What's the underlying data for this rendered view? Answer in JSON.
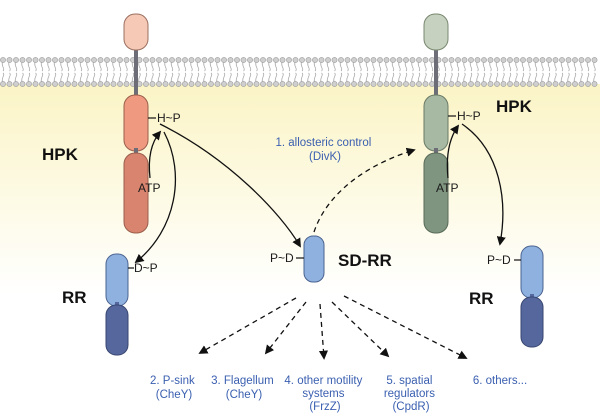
{
  "colors": {
    "membrane": "#cfcfcf",
    "cytoplasm_top": "#fbf4c6",
    "cytoplasm_bottom": "#ffffff",
    "hpk_left_top": "#f6c8b6",
    "hpk_left_mid": "#ef9a80",
    "hpk_left_bottom": "#d8846f",
    "hpk_right_top": "#c6d2bf",
    "hpk_right_mid": "#a7b9a2",
    "hpk_right_bottom": "#7f9580",
    "rr_top": "#8fb1df",
    "rr_bottom": "#55679c",
    "annotation": "#3a5fb0"
  },
  "labels": {
    "hpk_left": "HPK",
    "hpk_right": "HPK",
    "rr_left": "RR",
    "rr_right": "RR",
    "sd_rr": "SD-RR",
    "hp_left": "H~P",
    "hp_right": "H~P",
    "atp_left": "ATP",
    "atp_right": "ATP",
    "dp_left": "D~P",
    "pd_center": "P~D",
    "pd_right": "P~D"
  },
  "annotations": {
    "allosteric": [
      "1. allosteric control",
      "(DivK)"
    ],
    "psink": [
      "2. P-sink",
      "(CheY)"
    ],
    "flagellum": [
      "3. Flagellum",
      "(CheY)"
    ],
    "motility": [
      "4. other motility",
      "systems",
      "(FrzZ)"
    ],
    "spatial": [
      "5. spatial",
      "regulators",
      "(CpdR)"
    ],
    "others": [
      "6. others..."
    ]
  }
}
